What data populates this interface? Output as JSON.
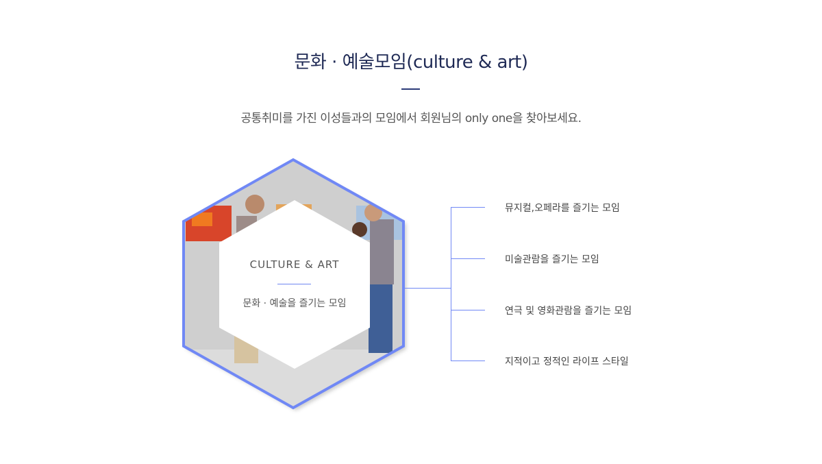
{
  "header": {
    "title": "문화 · 예술모임(culture & art)",
    "subtitle": "공통취미를 가진 이성들과의 모임에서 회원님의 only one을 찾아보세요."
  },
  "hexagon": {
    "title_en": "CULTURE & ART",
    "title_ko": "문화 · 예술을 즐기는 모임"
  },
  "items": [
    {
      "label": "뮤지컬,오페라를 즐기는 모임"
    },
    {
      "label": "미술관람을 즐기는 모임"
    },
    {
      "label": "연극 및 영화관람을 즐기는 모임"
    },
    {
      "label": "지적이고 정적인 라이프 스타일"
    }
  ],
  "colors": {
    "accent": "#7088f5",
    "title": "#1f2a55"
  }
}
